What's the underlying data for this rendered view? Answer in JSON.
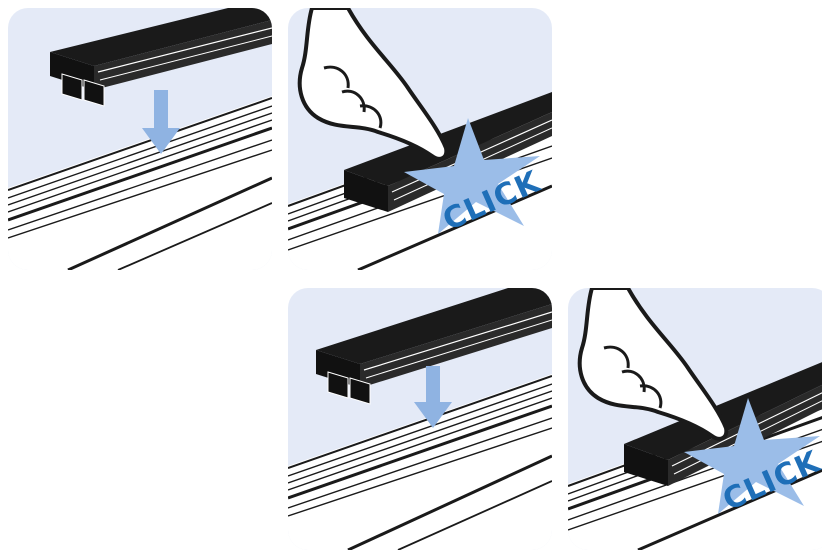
{
  "panels": [
    {
      "id": "step-1",
      "action": "place",
      "label": ""
    },
    {
      "id": "step-2",
      "action": "press",
      "label": "CLICK"
    },
    {
      "id": "step-3",
      "action": "place",
      "label": ""
    },
    {
      "id": "step-4",
      "action": "press",
      "label": "CLICK"
    }
  ],
  "colors": {
    "panel_bg": "#e4eaf7",
    "profile": "#1a1a1a",
    "arrow": "#8fb3e2",
    "star": "#9bbde8",
    "click_text": "#1f6fb8"
  },
  "icons": [
    "hand-icon",
    "down-arrow-icon",
    "click-star-icon"
  ]
}
